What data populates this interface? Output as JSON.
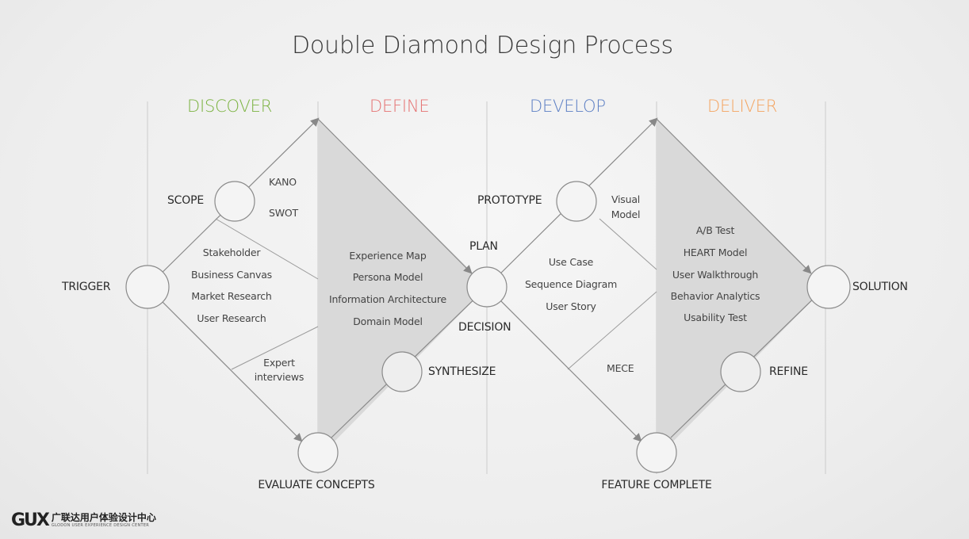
{
  "title": "Double Diamond Design Process",
  "phases": [
    {
      "label": "DISCOVER",
      "color": "#7cb342"
    },
    {
      "label": "DEFINE",
      "color": "#e57373"
    },
    {
      "label": "DEVELOP",
      "color": "#5c7fc4"
    },
    {
      "label": "DELIVER",
      "color": "#f4a460"
    }
  ],
  "nodes": {
    "trigger": "TRIGGER",
    "scope": "SCOPE",
    "evaluate": "EVALUATE CONCEPTS",
    "synthesize": "SYNTHESIZE",
    "plan": "PLAN",
    "decision": "DECISION",
    "prototype": "PROTOTYPE",
    "feature_complete": "FEATURE COMPLETE",
    "refine": "REFINE",
    "solution": "SOLUTION"
  },
  "methods": {
    "kano": "KANO",
    "swot": "SWOT",
    "discover_list": [
      "Stakeholder",
      "Business Canvas",
      "Market Research",
      "User Research"
    ],
    "expert": [
      "Expert",
      "interviews"
    ],
    "define_list": [
      "Experience Map",
      "Persona Model",
      "Information Architecture",
      "Domain Model"
    ],
    "visual_model": [
      "Visual",
      "Model"
    ],
    "develop_list": [
      "Use Case",
      "Sequence Diagram",
      "User Story"
    ],
    "mece": "MECE",
    "deliver_list": [
      "A/B Test",
      "HEART Model",
      "User Walkthrough",
      "Behavior Analytics",
      "Usability Test"
    ]
  },
  "logo": {
    "mark": "GUX",
    "cn": "广联达用户体验设计中心",
    "en": "GLODON USER EXPERIENCE DESIGN CENTER"
  }
}
